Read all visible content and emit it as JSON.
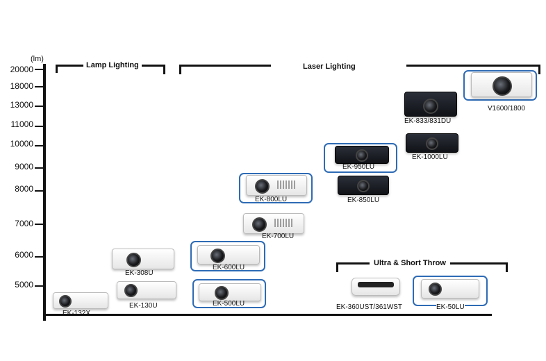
{
  "axis": {
    "unit_label": "(lm)",
    "ticks": [
      "20000",
      "18000",
      "13000",
      "11000",
      "10000",
      "9000",
      "8000",
      "7000",
      "6000",
      "5000"
    ]
  },
  "groups": {
    "lamp": "Lamp Lighting",
    "laser": "Laser Lighting",
    "ust": "Ultra & Short Throw"
  },
  "models": {
    "ek132x": "EK-132X",
    "ek130u": "EK-130U",
    "ek308u": "EK-308U",
    "ek500lu": "EK-500LU",
    "ek600lu": "EK-600LU",
    "ek700lu": "EK-700LU",
    "ek800lu": "EK-800LU",
    "ek850lu": "EK-850LU",
    "ek950lu": "EK-950LU",
    "ek1000lu": "EK-1000LU",
    "ek833": "EK-833/831DU",
    "v1600": "V1600/1800",
    "ek360ust": "EK-360UST/361WST",
    "ek50lu": "EK-50LU"
  },
  "colors": {
    "highlight": "#2e6bb5",
    "axis": "#111111"
  }
}
